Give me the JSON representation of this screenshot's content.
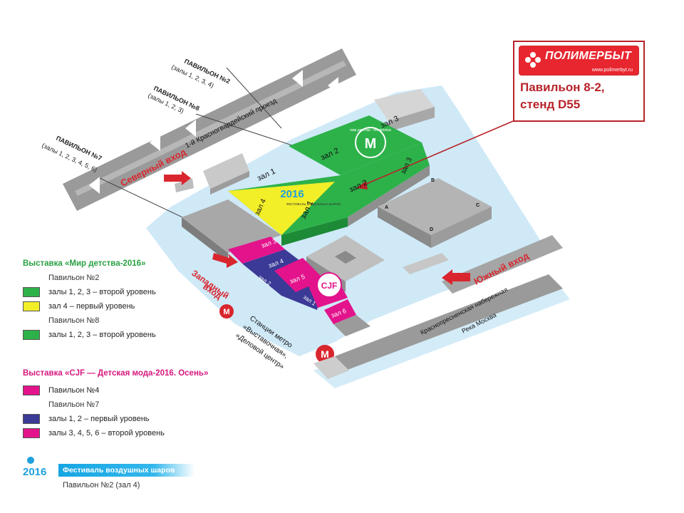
{
  "callout": {
    "brand": "ПОЛИМЕРБЫТ",
    "site": "www.polimerbyt.ru",
    "line1": "Павильон 8-2,",
    "line2": "стенд D55"
  },
  "map": {
    "pavilion2": "ПАВИЛЬОН №2",
    "pavilion2_halls": "(залы 1, 2, 3, 4)",
    "pavilion8": "ПАВИЛЬОН №8",
    "pavilion8_halls": "(залы 1, 2, 3)",
    "pavilion7": "ПАВИЛЬОН №7",
    "pavilion7_halls": "(залы 1, 2, 3, 4, 5, 6)",
    "road": "1-й Красногвардейский проезд",
    "north_entrance": "Северный вход",
    "west_entrance_1": "Западный",
    "west_entrance_2": "вход",
    "south_entrance": "Южный вход",
    "metro_1": "Станции метро",
    "metro_2": "«Выставочная»,",
    "metro_3": "«Деловой центр»",
    "embankment": "Краснопресненская набережная",
    "river": "Река Москва",
    "metro_symbol": "М",
    "hall1": "зал 1",
    "hall2": "зал 2",
    "hall3": "зал 3",
    "hall4": "зал 4",
    "hall5": "зал 5",
    "hall6": "зал 6",
    "b_zal1": "зал 1",
    "b_zal2": "зал 2",
    "b_zal3": "зал 3",
    "b_zal4": "зал 4",
    "cjf": "CJF",
    "ball_year": "2016",
    "ball_caption": "ФЕСТИВАЛЬ ВОЗДУШНЫХ ШАРОВ",
    "mir_ring": "мир детства · mir detstva",
    "letter_a": "A",
    "letter_b": "B",
    "letter_c": "C",
    "letter_d": "D"
  },
  "legend": {
    "mir_title": "Выставка «Мир детства-2016»",
    "pav2": "Павильон №2",
    "pav2_floor2": "залы 1, 2, 3 – второй уровень",
    "pav2_floor1": "зал 4 – первый уровень",
    "pav8": "Павильон №8",
    "pav8_floor2": "залы 1, 2, 3 – второй уровень",
    "cjf_title": "Выставка «CJF — Детская мода-2016. Осень»",
    "pav4": "Павильон №4",
    "pav7": "Павильон №7",
    "pav7_floor1": "залы 1, 2 – первый уровень",
    "pav7_floor2": "залы 3, 4, 5, 6 – второй уровень",
    "fest_year": "2016",
    "fest_title": "Фестиваль воздушных шаров",
    "fest_pav": "Павильон №2 (зал 4)"
  },
  "colors": {
    "green": "#2db24a",
    "yellow": "#f2ee28",
    "magenta": "#e3138c",
    "navy": "#3b3a97",
    "road": "#9a9a9a",
    "ground": "#cfe9f7",
    "red": "#d9262e"
  }
}
